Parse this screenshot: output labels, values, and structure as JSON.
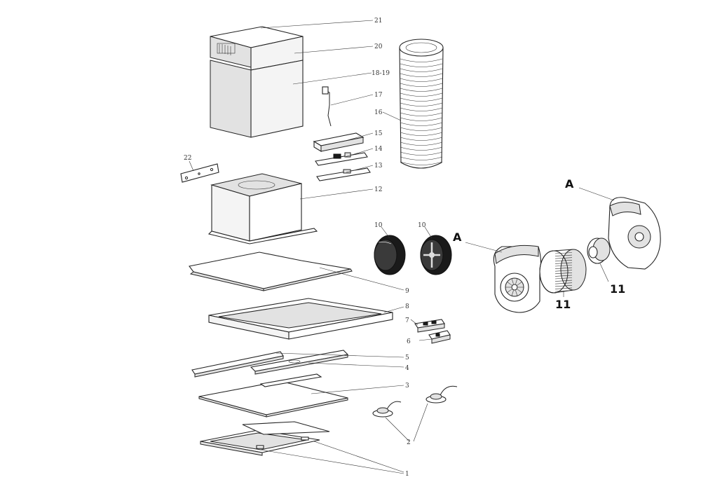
{
  "callouts": {
    "c21": "21",
    "c20": "20",
    "c18_19": "18-19",
    "c17": "17",
    "c16": "16",
    "c15": "15",
    "c14": "14",
    "c13": "13",
    "c12": "12",
    "c22": "22",
    "c10a": "10",
    "c10b": "10",
    "c9": "9",
    "c8": "8",
    "c7": "7",
    "c6": "6",
    "c5": "5",
    "c4": "4",
    "c3": "3",
    "c2": "2",
    "c1": "1",
    "cA1": "A",
    "cA2": "A",
    "c11a": "11",
    "c11b": "11"
  }
}
